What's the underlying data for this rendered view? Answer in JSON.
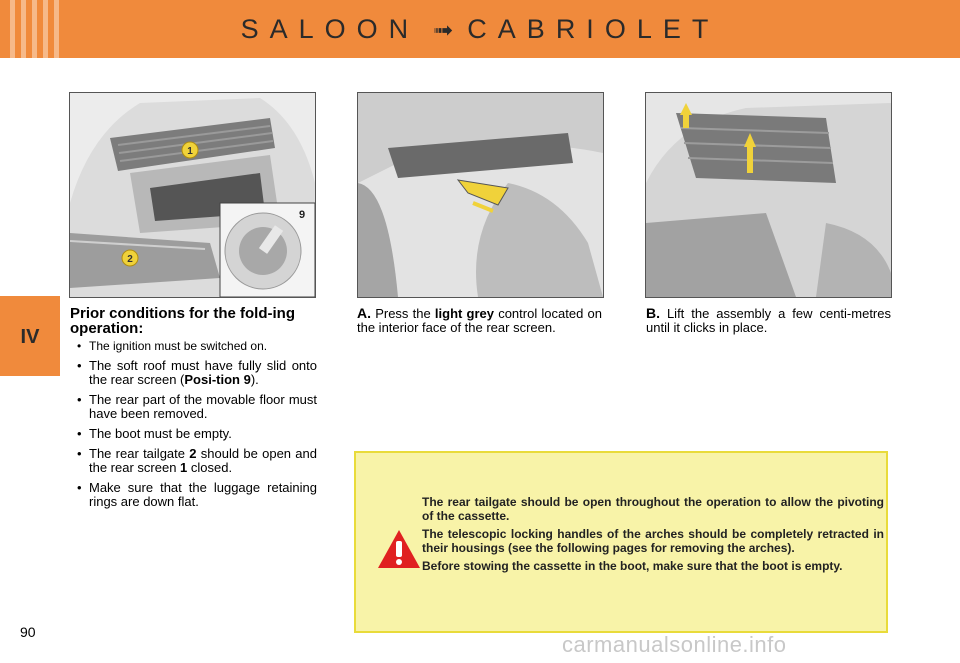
{
  "header": {
    "title_left": "SALOON",
    "title_arrow": "➟",
    "title_right": "CABRIOLET"
  },
  "chapter_tab": "IV",
  "figures": {
    "fig1_callout_1": "1",
    "fig1_callout_2": "2",
    "fig1_inset_callout": "9"
  },
  "col1": {
    "title": "Prior conditions for the fold-ing operation:",
    "items": [
      {
        "text": "The ignition must be switched on."
      },
      {
        "before": "The soft roof must have fully slid onto the rear screen (",
        "bold": "Posi-tion 9",
        "after": ")."
      },
      {
        "text": "The rear part of the movable floor must have been removed."
      },
      {
        "text": "The boot must be empty."
      },
      {
        "before": "The rear tailgate ",
        "bold": "2",
        "middle": " should be open and the rear screen ",
        "bold2": "1",
        "after": " closed."
      },
      {
        "text": "Make sure that the luggage retaining rings are down flat."
      }
    ]
  },
  "col2": {
    "lead": "A.",
    "text_before": " Press the ",
    "bold": "light grey",
    "text_after": " control located on the interior face of the rear screen."
  },
  "col3": {
    "lead": "B.",
    "text": " Lift the assembly a few centi-metres until it clicks in place."
  },
  "warning": {
    "paragraphs": [
      "The rear tailgate should be open throughout the operation to allow the pivoting of the cassette.",
      "The telescopic locking handles of the arches should be completely retracted in their housings (see the following pages for removing the arches).",
      "Before stowing the cassette in the boot, make sure that the boot is empty."
    ]
  },
  "page_number": "90",
  "watermark": "carmanualsonline.info",
  "colors": {
    "accent": "#f08a3c",
    "warning_bg": "#f8f3a8",
    "warning_border": "#e9db3a",
    "warning_icon": "#e02020"
  }
}
